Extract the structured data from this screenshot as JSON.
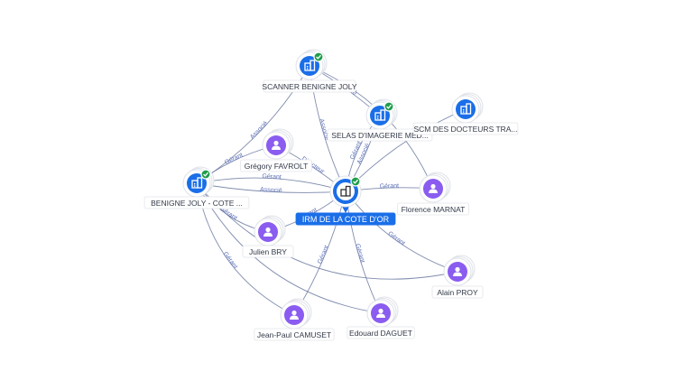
{
  "center": {
    "label": "IRM DE LA COTE D'OR",
    "icon": "building-icon",
    "verified": true
  },
  "companies": [
    {
      "id": "scanner",
      "label": "SCANNER BENIGNE JOLY",
      "icon": "building-icon",
      "verified": true
    },
    {
      "id": "selas",
      "label": "SELAS D'IMAGERIE MED...",
      "icon": "building-icon",
      "verified": true
    },
    {
      "id": "scm",
      "label": "SCM DES DOCTEURS TRA...",
      "icon": "building-icon",
      "verified": false
    },
    {
      "id": "benigne",
      "label": "BENIGNE JOLY - COTE ...",
      "icon": "building-icon",
      "verified": true
    }
  ],
  "people": [
    {
      "id": "gregory",
      "label": "Grégory FAVROLT",
      "icon": "person-icon"
    },
    {
      "id": "florence",
      "label": "Florence MARNAT",
      "icon": "person-icon"
    },
    {
      "id": "julien",
      "label": "Julien BRY",
      "icon": "person-icon"
    },
    {
      "id": "alain",
      "label": "Alain PROY",
      "icon": "person-icon"
    },
    {
      "id": "jeanpaul",
      "label": "Jean-Paul CAMUSET",
      "icon": "person-icon"
    },
    {
      "id": "edouard",
      "label": "Edouard DAGUET",
      "icon": "person-icon"
    }
  ],
  "edges": [
    {
      "from": "benigne",
      "to": "scanner",
      "label": "Associé"
    },
    {
      "from": "gregory",
      "to": "center",
      "label": "Directeur"
    },
    {
      "from": "benigne",
      "to": "center",
      "label": "Associé"
    },
    {
      "from": "benigne",
      "to": "center",
      "label": "Gérant"
    },
    {
      "from": "scanner",
      "to": "center",
      "label": "Associé"
    },
    {
      "from": "selas",
      "to": "center",
      "label": "Associé"
    },
    {
      "from": "selas",
      "to": "center",
      "label": "Gérant"
    },
    {
      "from": "florence",
      "to": "center",
      "label": "Gérant"
    },
    {
      "from": "alain",
      "to": "center",
      "label": "Gérant"
    },
    {
      "from": "jeanpaul",
      "to": "center",
      "label": "Gérant"
    },
    {
      "from": "edouard",
      "to": "center",
      "label": "Gérant"
    },
    {
      "from": "julien",
      "to": "center",
      "label": "Gérant"
    },
    {
      "from": "benigne",
      "to": "gregory",
      "label": "Gérant"
    },
    {
      "from": "benigne",
      "to": "julien",
      "label": "Gérant"
    },
    {
      "from": "benigne",
      "to": "jeanpaul",
      "label": "Gérant"
    },
    {
      "from": "scanner",
      "to": "selas",
      "label": "Associé"
    },
    {
      "from": "scm",
      "to": "center",
      "label": ""
    },
    {
      "from": "scanner",
      "to": "florence",
      "label": ""
    },
    {
      "from": "benigne",
      "to": "alain",
      "label": ""
    },
    {
      "from": "benigne",
      "to": "edouard",
      "label": ""
    }
  ],
  "colors": {
    "company": "#1a6ee8",
    "person": "#8a5cf0",
    "verified": "#1f9d4c",
    "edge": "#6a78a0",
    "edge_label": "#5b6fb6"
  }
}
